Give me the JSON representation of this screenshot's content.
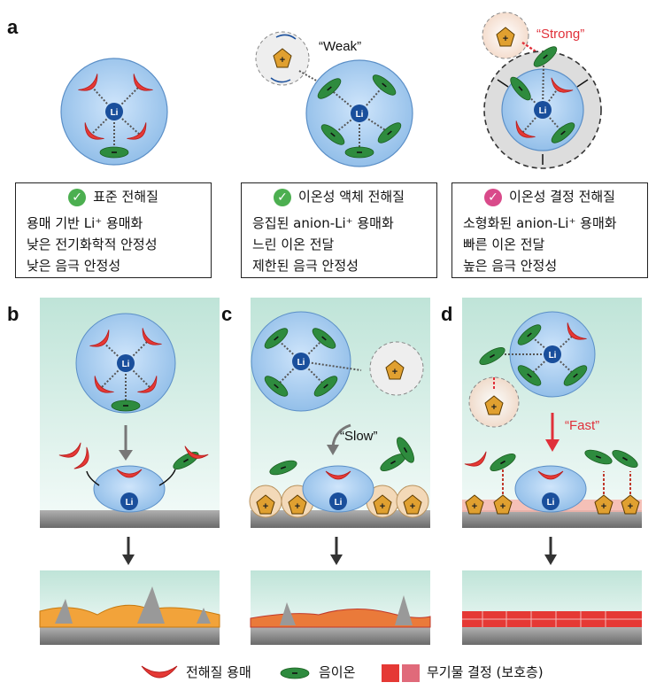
{
  "panel_labels": {
    "a": "a",
    "b": "b",
    "c": "c",
    "d": "d"
  },
  "interaction_labels": {
    "weak": "“Weak”",
    "strong": "“Strong”",
    "slow": "“Slow”",
    "fast": "“Fast”"
  },
  "ion_label": "Li",
  "boxes": [
    {
      "title": "표준 전해질",
      "check": "green",
      "lines": [
        "용매 기반 Li⁺ 용매화",
        "낮은 전기화학적 안정성",
        "낮은 음극 안정성"
      ]
    },
    {
      "title": "이온성 액체 전해질",
      "check": "green",
      "lines": [
        "응집된 anion-Li⁺ 용매화",
        "느린 이온 전달",
        "제한된 음극 안정성"
      ]
    },
    {
      "title": "이온성 결정 전해질",
      "check": "pink",
      "lines": [
        "소형화된 anion-Li⁺ 용매화",
        "빠른 이온 전달",
        "높은 음극 안정성"
      ]
    }
  ],
  "legend": {
    "solvent": "전해질 용매",
    "anion": "음이온",
    "crystal": "무기물 결정 (보호층)"
  },
  "colors": {
    "solvent": "#e53935",
    "anion": "#2e7d32",
    "crystal_a": "#e53935",
    "crystal_b": "#e06a7a",
    "cation": "#e0a030",
    "sphere": "#a9cdf0",
    "strong": "#e0303a"
  }
}
